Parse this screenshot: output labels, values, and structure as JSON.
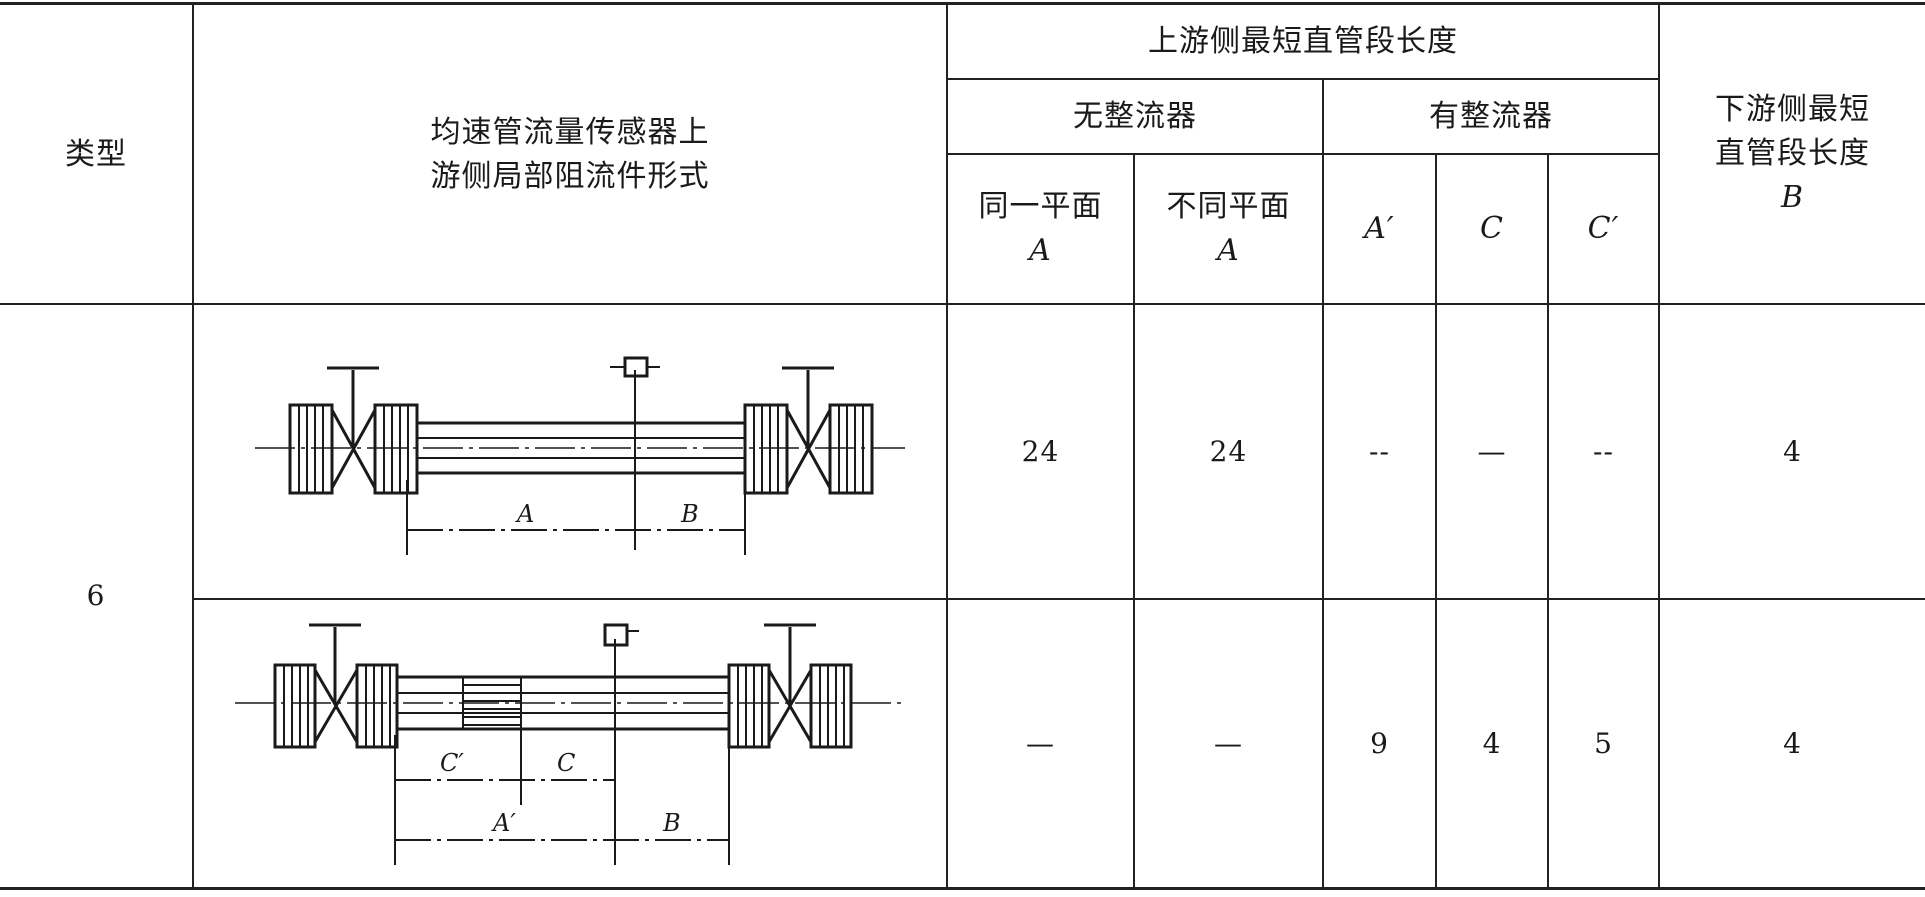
{
  "table": {
    "headers": {
      "type": "类型",
      "form_line1": "均速管流量传感器上",
      "form_line2": "游侧局部阻流件形式",
      "upstream_group": "上游侧最短直管段长度",
      "no_conditioner": "无整流器",
      "with_conditioner": "有整流器",
      "same_plane": "同一平面",
      "same_plane_sym": "A",
      "diff_plane": "不同平面",
      "diff_plane_sym": "A",
      "a_prime": "A′",
      "c": "C",
      "c_prime": "C′",
      "downstream_line1": "下游侧最短",
      "downstream_line2": "直管段长度",
      "downstream_sym": "B"
    },
    "type_value": "6",
    "rows": [
      {
        "same_plane_A": "24",
        "diff_plane_A": "24",
        "a_prime": "--",
        "c": "—",
        "c_prime": "--",
        "downstream_B": "4",
        "figure_labels": {
          "a": "A",
          "b": "B"
        }
      },
      {
        "same_plane_A": "—",
        "diff_plane_A": "—",
        "a_prime": "9",
        "c": "4",
        "c_prime": "5",
        "downstream_B": "4",
        "figure_labels": {
          "c_prime": "C′",
          "c": "C",
          "a_prime": "A′",
          "b": "B"
        }
      }
    ]
  },
  "colors": {
    "ink": "#1a1a1a",
    "line": "#222222",
    "background": "#ffffff"
  }
}
